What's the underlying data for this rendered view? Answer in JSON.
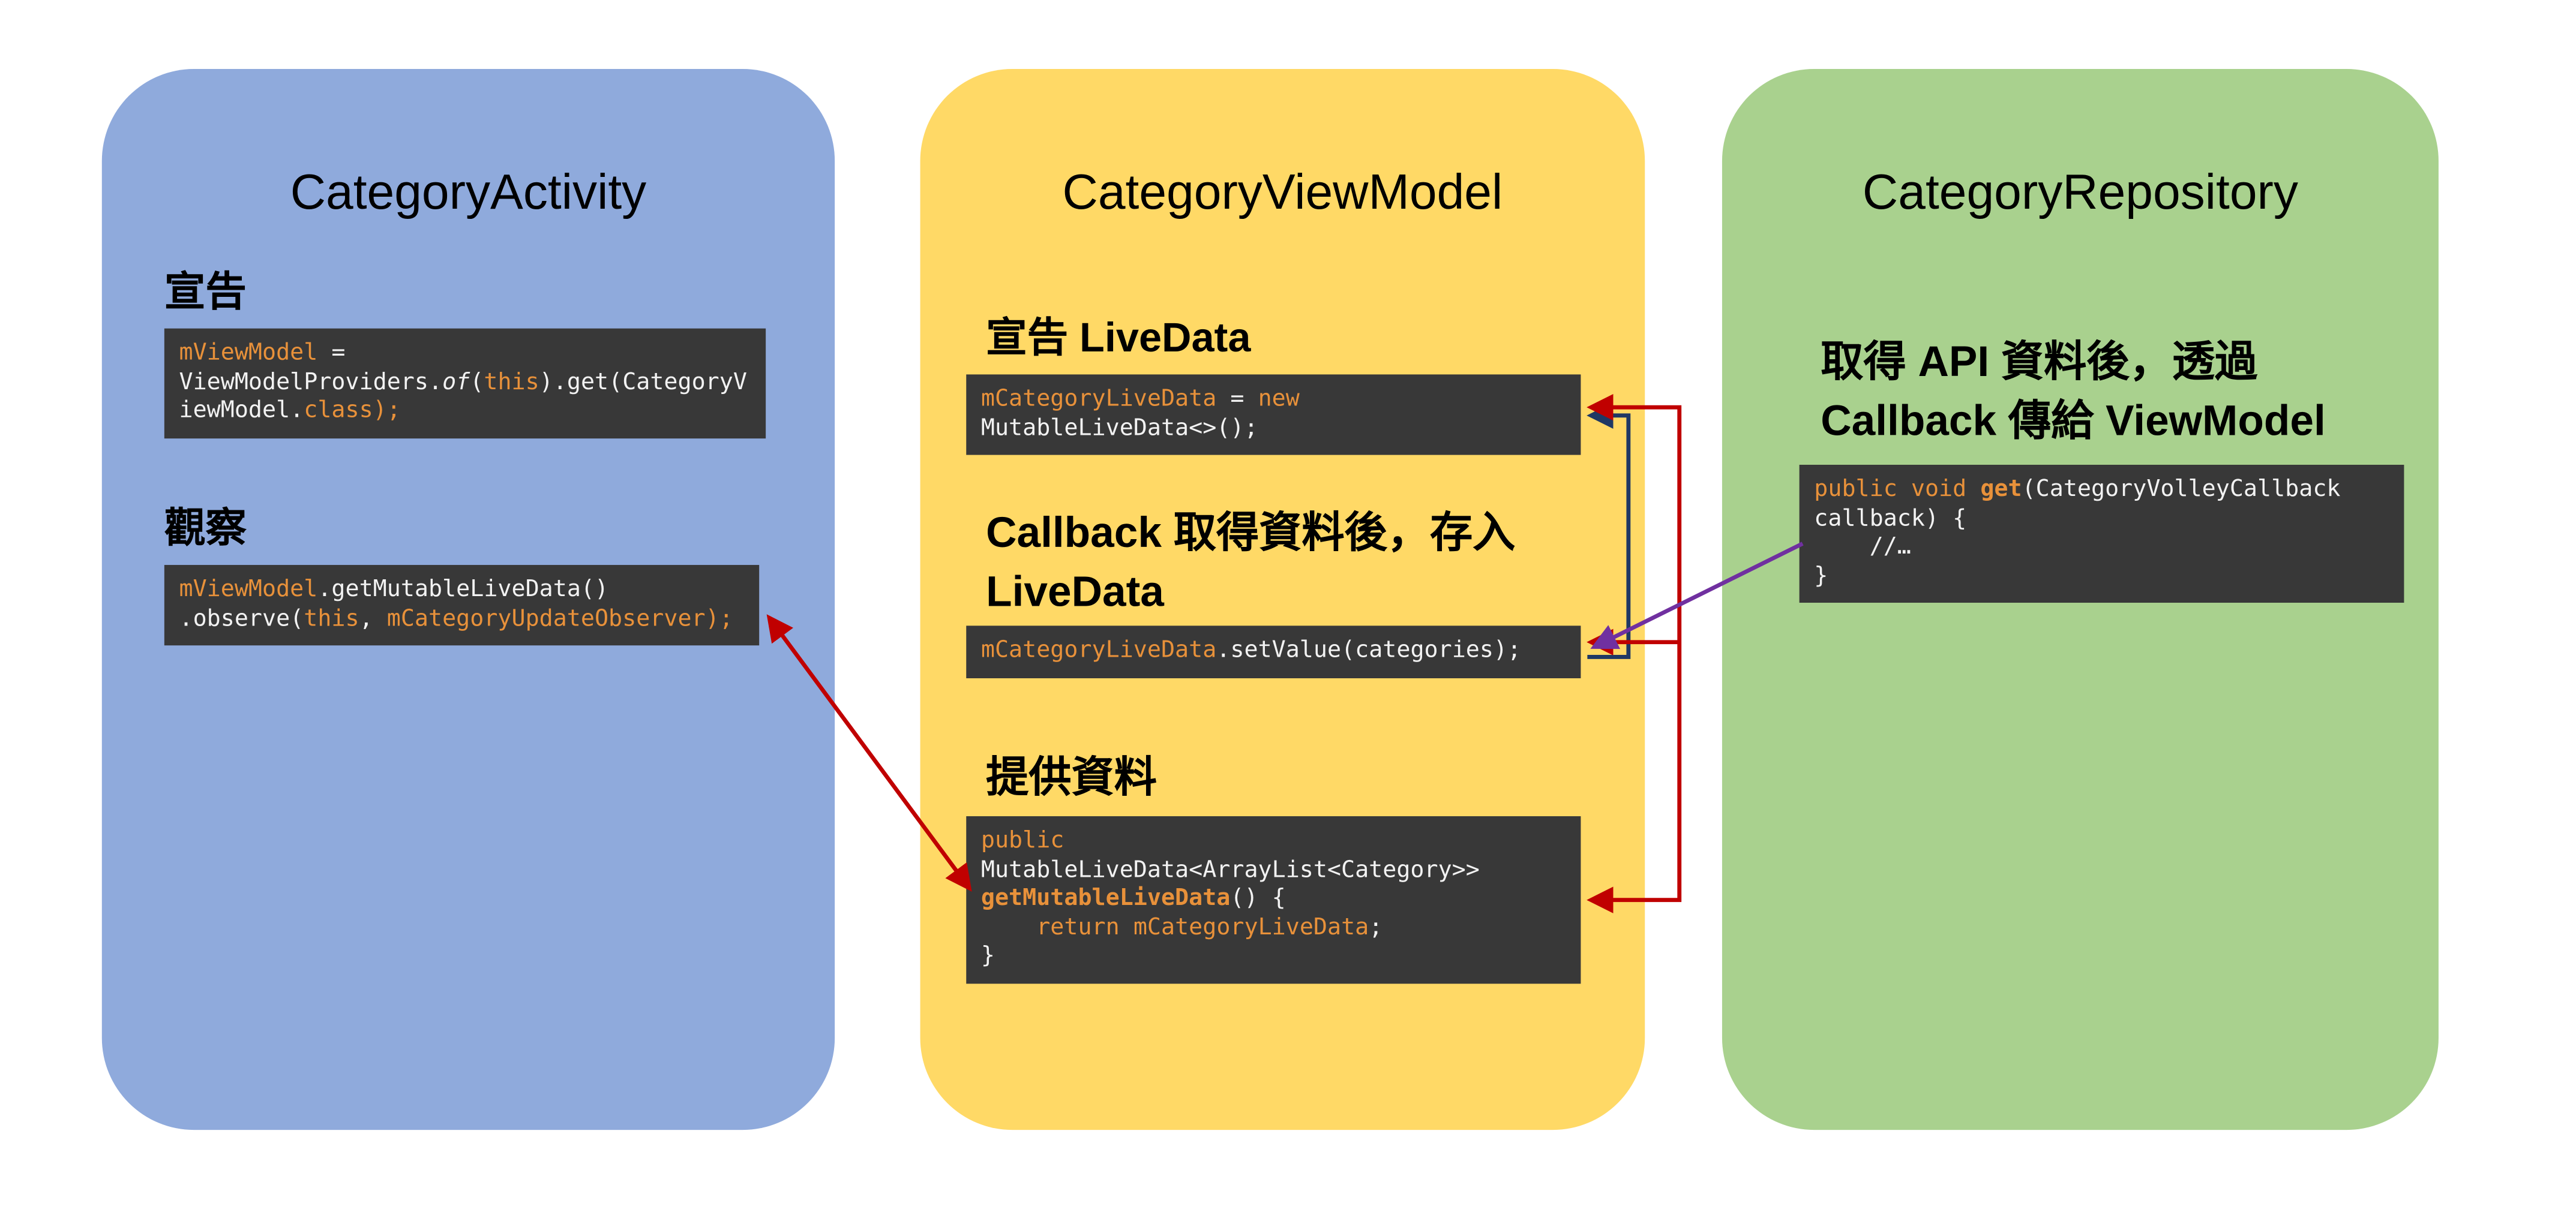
{
  "colors": {
    "panel_blue": "#8FAADC",
    "panel_yellow": "#FFD966",
    "panel_green": "#A9D18E",
    "code_background": "#383838",
    "code_text": "#F2F2F2",
    "code_accent_orange": "#E8913A",
    "arrow_red": "#C00000",
    "arrow_navy": "#1F3864",
    "arrow_purple": "#7030A0"
  },
  "panels": [
    {
      "title": "CategoryActivity",
      "sections": [
        {
          "heading": "宣告",
          "code": [
            [
              {
                "t": "mViewModel",
                "s": "o"
              },
              {
                "t": " ="
              }
            ],
            [
              {
                "t": "ViewModelProviders."
              },
              {
                "t": "of",
                "s": "it"
              },
              {
                "t": "("
              },
              {
                "t": "this",
                "s": "o"
              },
              {
                "t": ").get(CategoryV"
              }
            ],
            [
              {
                "t": "iewModel."
              },
              {
                "t": "class);",
                "s": "o"
              }
            ]
          ]
        },
        {
          "heading": "觀察",
          "code": [
            [
              {
                "t": "mViewModel",
                "s": "o"
              },
              {
                "t": ".getMutableLiveData()"
              }
            ],
            [
              {
                "t": ".observe("
              },
              {
                "t": "this",
                "s": "o"
              },
              {
                "t": ", "
              },
              {
                "t": "mCategoryUpdateObserver);",
                "s": "o"
              }
            ]
          ]
        }
      ]
    },
    {
      "title": "CategoryViewModel",
      "sections": [
        {
          "heading": "宣告 LiveData",
          "code": [
            [
              {
                "t": "mCategoryLiveData",
                "s": "o"
              },
              {
                "t": " = "
              },
              {
                "t": "new",
                "s": "o"
              }
            ],
            [
              {
                "t": "MutableLiveData<>();"
              }
            ]
          ]
        },
        {
          "heading": "Callback 取得資料後，存入 LiveData",
          "code": [
            [
              {
                "t": "mCategoryLiveData",
                "s": "o"
              },
              {
                "t": ".setValue(categories);"
              }
            ]
          ]
        },
        {
          "heading": "提供資料",
          "code": [
            [
              {
                "t": "public",
                "s": "o"
              }
            ],
            [
              {
                "t": "MutableLiveData<ArrayList<Category>>"
              }
            ],
            [
              {
                "t": "getMutableLiveData",
                "s": "ob"
              },
              {
                "t": "() {"
              }
            ],
            [
              {
                "t": "    "
              },
              {
                "t": "return",
                "s": "o"
              },
              {
                "t": " "
              },
              {
                "t": "mCategoryLiveData",
                "s": "o"
              },
              {
                "t": ";"
              }
            ],
            [
              {
                "t": "}"
              }
            ]
          ]
        }
      ]
    },
    {
      "title": "CategoryRepository",
      "sections": [
        {
          "heading": "取得 API 資料後，透過 Callback 傳給 ViewModel",
          "code": [
            [
              {
                "t": "public void ",
                "s": "o"
              },
              {
                "t": "get",
                "s": "ob"
              },
              {
                "t": "(CategoryVolleyCallback"
              }
            ],
            [
              {
                "t": "callback) {"
              }
            ],
            [
              {
                "t": "    //…"
              }
            ],
            [
              {
                "t": "}"
              }
            ]
          ]
        }
      ]
    }
  ]
}
